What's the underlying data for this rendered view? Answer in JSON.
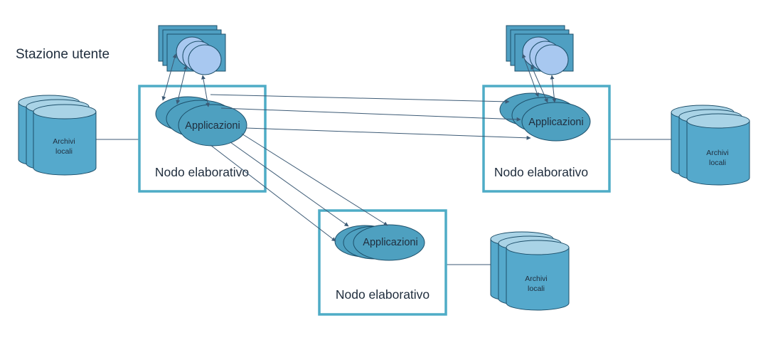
{
  "title": "Stazione utente",
  "node_label": "Nodo elaborativo",
  "app_label": "Applicazioni",
  "archive_label_line1": "Archivi",
  "archive_label_line2": "locali",
  "colors": {
    "node_border": "#4eacc6",
    "app_fill": "#4ea0c0",
    "app_stroke": "#1d4f6a",
    "station_fill": "#4f9fc2",
    "station_inner": "#a8c8f0",
    "cylinder_fill": "#55a9cc",
    "cylinder_top": "#a9d3e6",
    "line": "#3c5a75"
  }
}
